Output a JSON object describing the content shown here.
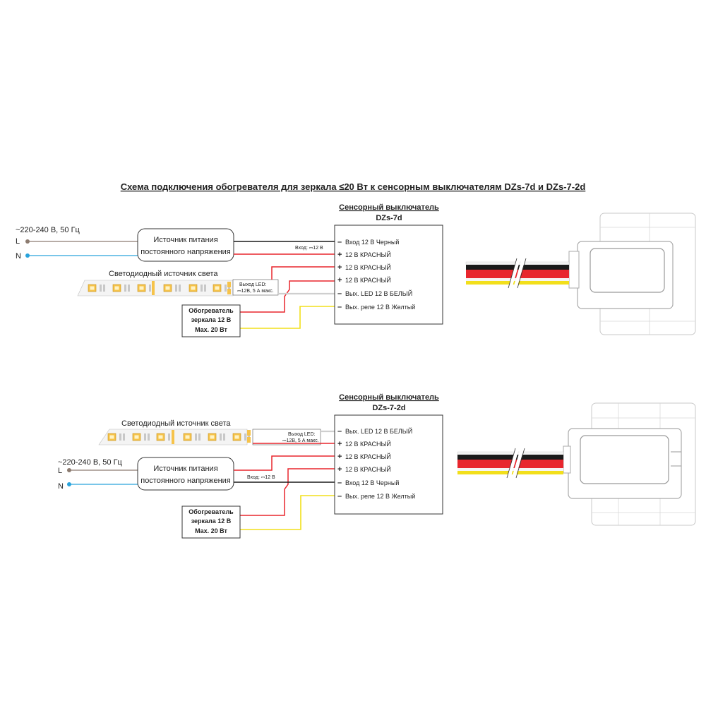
{
  "title": "Схема подключения обогревателя для зеркала ≤20 Вт к сенсорным выключателям DZs-7d и DZs-7-2d",
  "colors": {
    "black": "#1a1a1a",
    "red": "#e8262d",
    "yellow": "#f2df1b",
    "white": "#cfcfcf",
    "mains_L": "#8c7b70",
    "mains_N": "#29a3dc",
    "led": "#f6c34a"
  },
  "diagram1": {
    "switch_title_1": "Сенсорный выключатель",
    "switch_title_2": "DZs-7d",
    "mains_voltage": "~220-240 В, 50 Гц",
    "L": "L",
    "N": "N",
    "psu_line1": "Источник питания",
    "psu_line2": "постоянного напряжения",
    "led_strip": "Светодиодный источник света",
    "heater_line1": "Обогреватель",
    "heater_line2": "зеркала 12 В",
    "heater_line3": "Max. 20 Вт",
    "input_label": "Вход: ⎓12 В",
    "output_led_1": "Выход LED:",
    "output_led_2": "⎓12В, 5 А макс.",
    "pins": [
      {
        "sign": "–",
        "label": "Вход 12 В  Черный"
      },
      {
        "sign": "+",
        "label": "12 В  КРАСНЫЙ"
      },
      {
        "sign": "+",
        "label": "12 В  КРАСНЫЙ"
      },
      {
        "sign": "+",
        "label": "12 В  КРАСНЫЙ"
      },
      {
        "sign": "–",
        "label": "Вых. LED 12 В  БЕЛЫЙ"
      },
      {
        "sign": "–",
        "label": "Вых. реле 12 В  Желтый"
      }
    ]
  },
  "diagram2": {
    "switch_title_1": "Сенсорный выключатель",
    "switch_title_2": "DZs-7-2d",
    "mains_voltage": "~220-240 В, 50 Гц",
    "L": "L",
    "N": "N",
    "psu_line1": "Источник питания",
    "psu_line2": "постоянного напряжения",
    "led_strip": "Светодиодный источник света",
    "heater_line1": "Обогреватель",
    "heater_line2": "зеркала 12 В",
    "heater_line3": "Max. 20 Вт",
    "input_label": "Вход: ⎓12 В",
    "output_led_1": "Выход LED:",
    "output_led_2": "⎓12В, 5 А макс.",
    "pins": [
      {
        "sign": "–",
        "label": "Вых. LED 12 В  БЕЛЫЙ"
      },
      {
        "sign": "+",
        "label": "12 В  КРАСНЫЙ"
      },
      {
        "sign": "+",
        "label": "12 В  КРАСНЫЙ"
      },
      {
        "sign": "+",
        "label": "12 В  КРАСНЫЙ"
      },
      {
        "sign": "–",
        "label": "Вход 12 В  Черный"
      },
      {
        "sign": "–",
        "label": "Вых. реле 12 В  Желтый"
      }
    ]
  }
}
